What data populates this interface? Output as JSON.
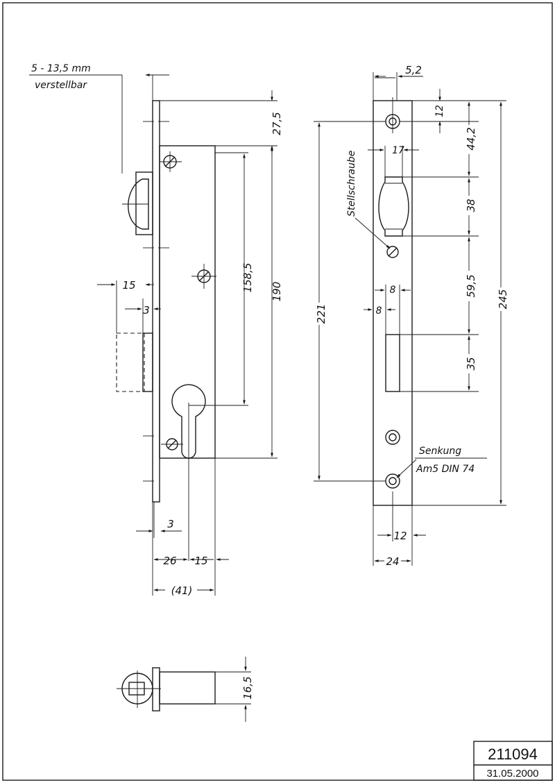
{
  "title_block": {
    "drawing_number": "211094",
    "date": "31.05.2000"
  },
  "annotations": {
    "adjustable_range": "5 - 13,5 mm",
    "adjustable_word": "verstellbar",
    "set_screw": "Stellschraube",
    "countersink": "Senkung",
    "countersink_spec": "Am5 DIN 74"
  },
  "dimensions_side": {
    "top_offset": "27,5",
    "cyl_distance": "158,5",
    "body_height": "190",
    "latch_width": "15",
    "latch_gap": "3",
    "bottom_gap": "3",
    "backset": "26",
    "cyl_width": "15",
    "total_depth": "(41)"
  },
  "dimensions_front": {
    "hole_offset": "5,2",
    "hole_top": "12",
    "latch_top": "44,2",
    "slot_width": "17",
    "latch_height": "38",
    "bolt_distance": "59,5",
    "bolt_height": "35",
    "bolt_width_a": "8",
    "bolt_width_b": "8",
    "hole_span": "221",
    "plate_length": "245",
    "hole_spacing": "12",
    "plate_width": "24"
  },
  "dimensions_bottom": {
    "latch_dia": "16,5"
  }
}
